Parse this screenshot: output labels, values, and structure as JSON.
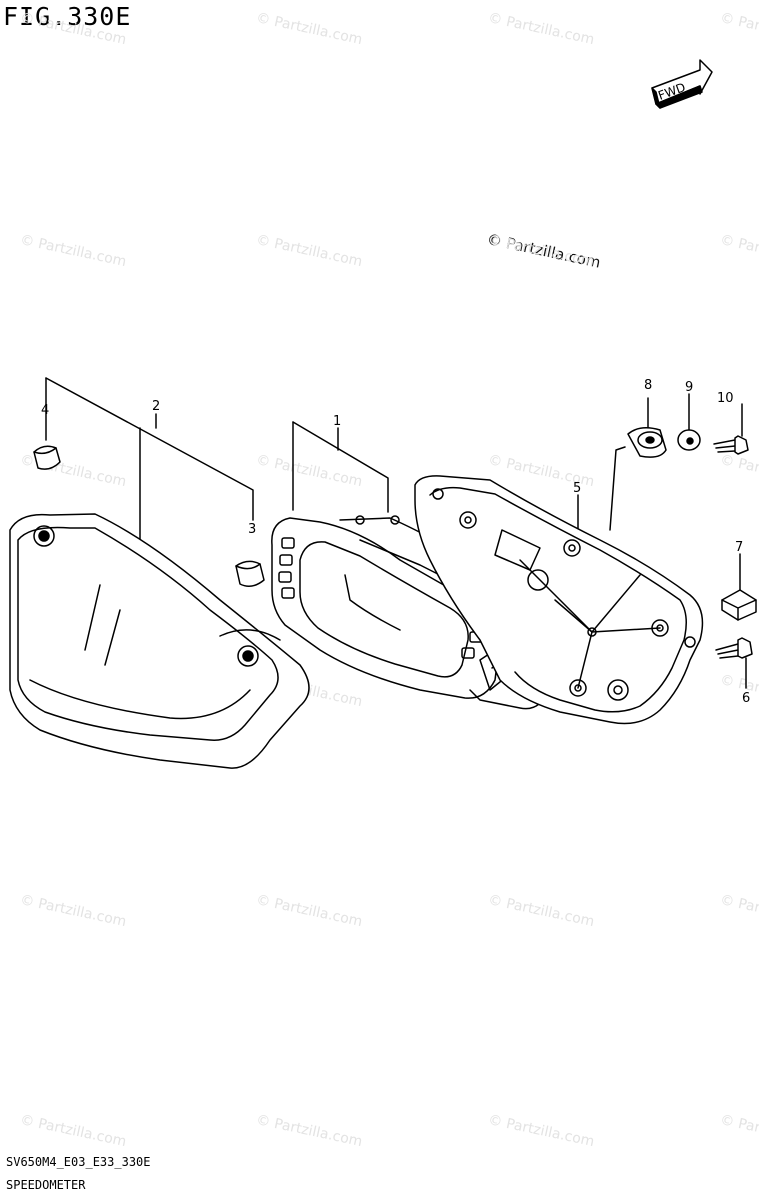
{
  "figure": {
    "title": "FIG.330E",
    "model_code": "SV650M4_E03_E33_330E",
    "name": "SPEEDOMETER"
  },
  "fwd_label": "FWD",
  "copyright": "© Partzilla.com",
  "watermark_text": "© Partzilla.com",
  "callouts": [
    {
      "number": "1",
      "part": "meter-assembly"
    },
    {
      "number": "2",
      "part": "meter-cover"
    },
    {
      "number": "3",
      "part": "cap"
    },
    {
      "number": "4",
      "part": "cap"
    },
    {
      "number": "5",
      "part": "meter-case"
    },
    {
      "number": "6",
      "part": "screw"
    },
    {
      "number": "7",
      "part": "nut"
    },
    {
      "number": "8",
      "part": "cushion"
    },
    {
      "number": "9",
      "part": "washer"
    },
    {
      "number": "10",
      "part": "screw"
    }
  ],
  "colors": {
    "line": "#000000",
    "watermark": "#e3e3e3",
    "background": "#ffffff"
  }
}
